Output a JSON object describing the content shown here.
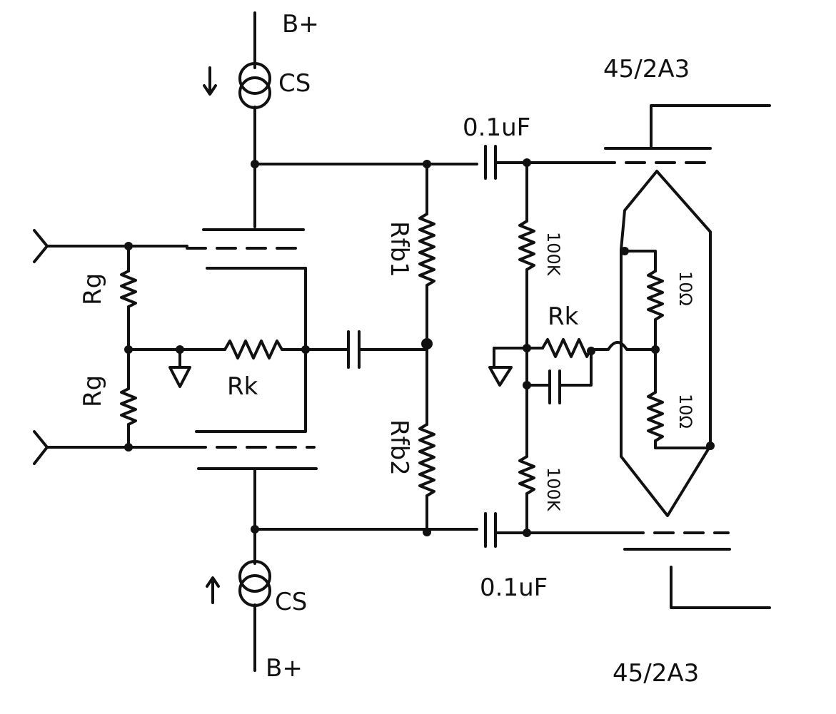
{
  "labels": {
    "supply_top": "B+",
    "supply_bottom": "B+",
    "cs_top": "CS",
    "cs_bottom": "CS",
    "tube_top": "45/2A3",
    "tube_bottom": "45/2A3",
    "cap_top": "0.1uF",
    "cap_bottom": "0.1uF",
    "rg_top": "Rg",
    "rg_bottom": "Rg",
    "rk_input": "Rk",
    "rk_output": "Rk",
    "rfb1": "Rfb1",
    "rfb2": "Rfb2",
    "r_top_grid": "100K",
    "r_bottom_grid": "100K",
    "r_hum_top": "10Ω",
    "r_hum_bottom": "10Ω"
  }
}
